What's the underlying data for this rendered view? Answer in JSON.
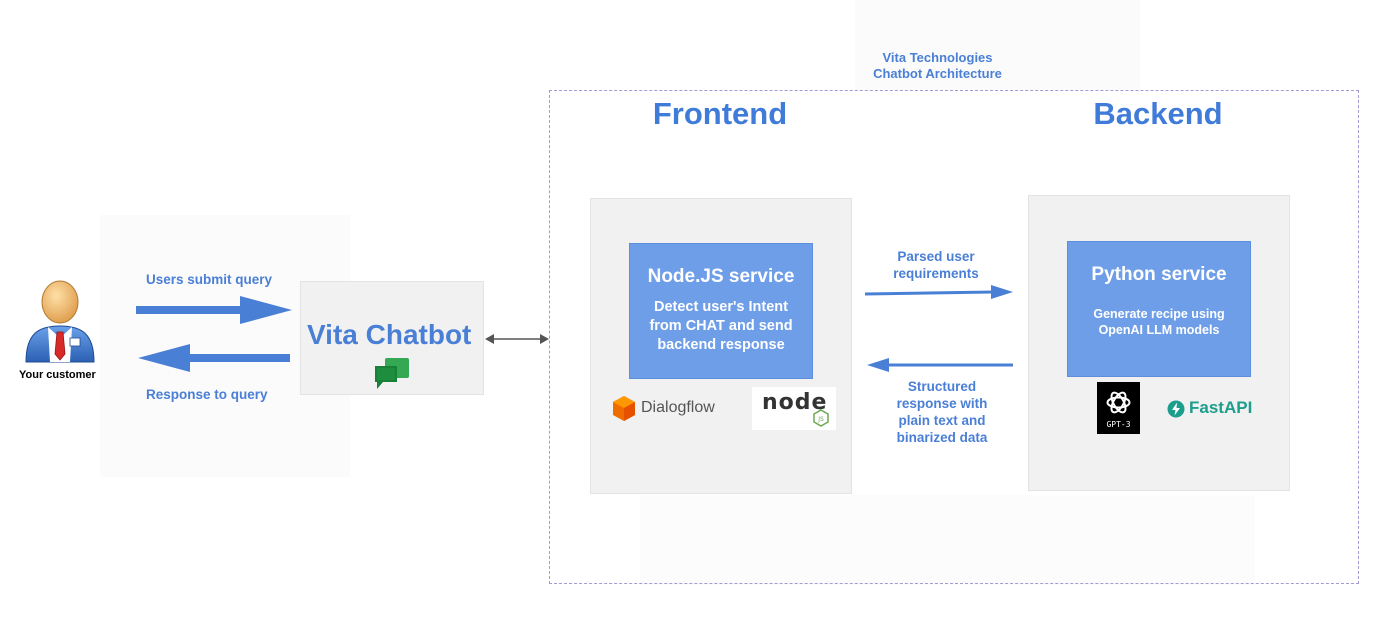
{
  "architecture": {
    "title_line1": "Vita Technologies",
    "title_line2": "Chatbot Architecture"
  },
  "customer": {
    "label": "Your customer"
  },
  "flows": {
    "submit": "Users submit query",
    "response": "Response to query",
    "parsed_line1": "Parsed user",
    "parsed_line2": "requirements",
    "structured_line1": "Structured",
    "structured_line2": "response with",
    "structured_line3": "plain text and",
    "structured_line4": "binarized data"
  },
  "chatbot": {
    "label": "Vita Chatbot"
  },
  "frontend": {
    "title": "Frontend",
    "service_title": "Node.JS service",
    "desc_line1": "Detect user's Intent",
    "desc_line2": "from CHAT and send",
    "desc_line3": "backend response",
    "logo_dialogflow": "Dialogflow",
    "logo_node": "node"
  },
  "backend": {
    "title": "Backend",
    "service_title": "Python service",
    "desc_line1": "Generate recipe using",
    "desc_line2": "OpenAI LLM models",
    "logo_gpt": "GPT-3",
    "logo_fastapi": "FastAPI"
  },
  "colors": {
    "accent_blue": "#4a7fd6",
    "service_box": "#6f9ee8",
    "dashed_border": "#a39bd6",
    "panel_grey": "#f1f1f1"
  }
}
